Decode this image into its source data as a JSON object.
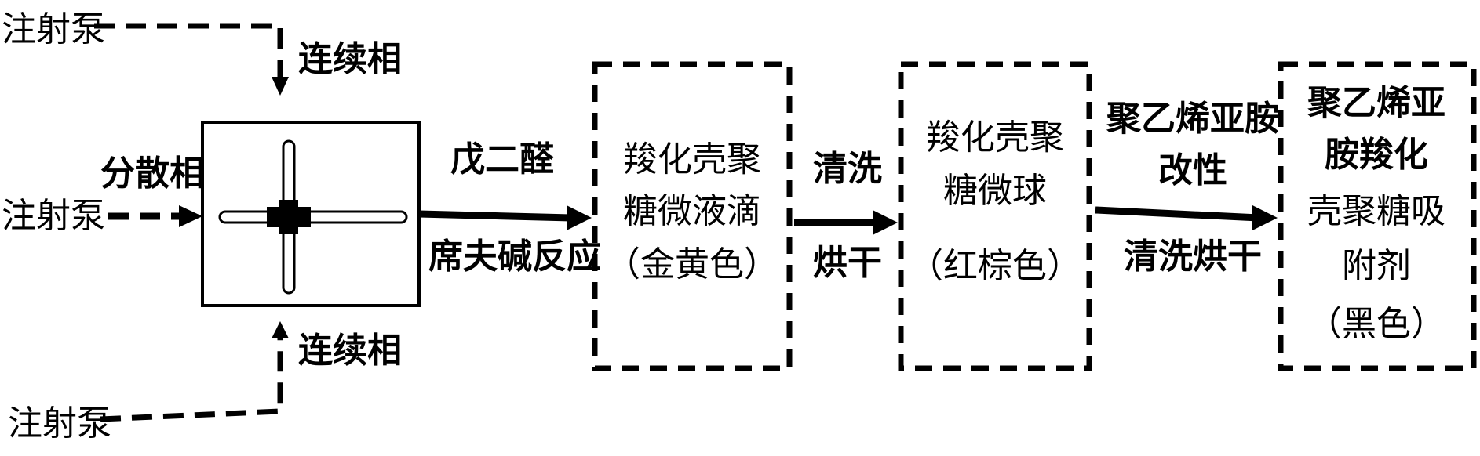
{
  "inputs": {
    "pump_top": "注射泵",
    "pump_left": "注射泵",
    "pump_bottom": "注射泵",
    "continuous_phase_top": "连续相",
    "continuous_phase_bottom": "连续相",
    "dispersed_phase": "分散相"
  },
  "step1": {
    "label_top": "戊二醛",
    "label_bottom": "席夫碱反应"
  },
  "box1": {
    "lines": [
      "羧化壳聚",
      "糖微液滴",
      "（金黄色）"
    ]
  },
  "step2": {
    "label_top": "清洗",
    "label_bottom": "烘干"
  },
  "box2": {
    "lines": [
      "羧化壳聚",
      "糖微球",
      "（红棕色）"
    ]
  },
  "step3": {
    "label_top_1": "聚乙烯亚胺",
    "label_top_2": "改性",
    "label_bottom": "清洗烘干"
  },
  "box3": {
    "lines": [
      "聚乙烯亚",
      "胺羧化",
      "壳聚糖吸",
      "附剂",
      "（黑色）"
    ]
  }
}
